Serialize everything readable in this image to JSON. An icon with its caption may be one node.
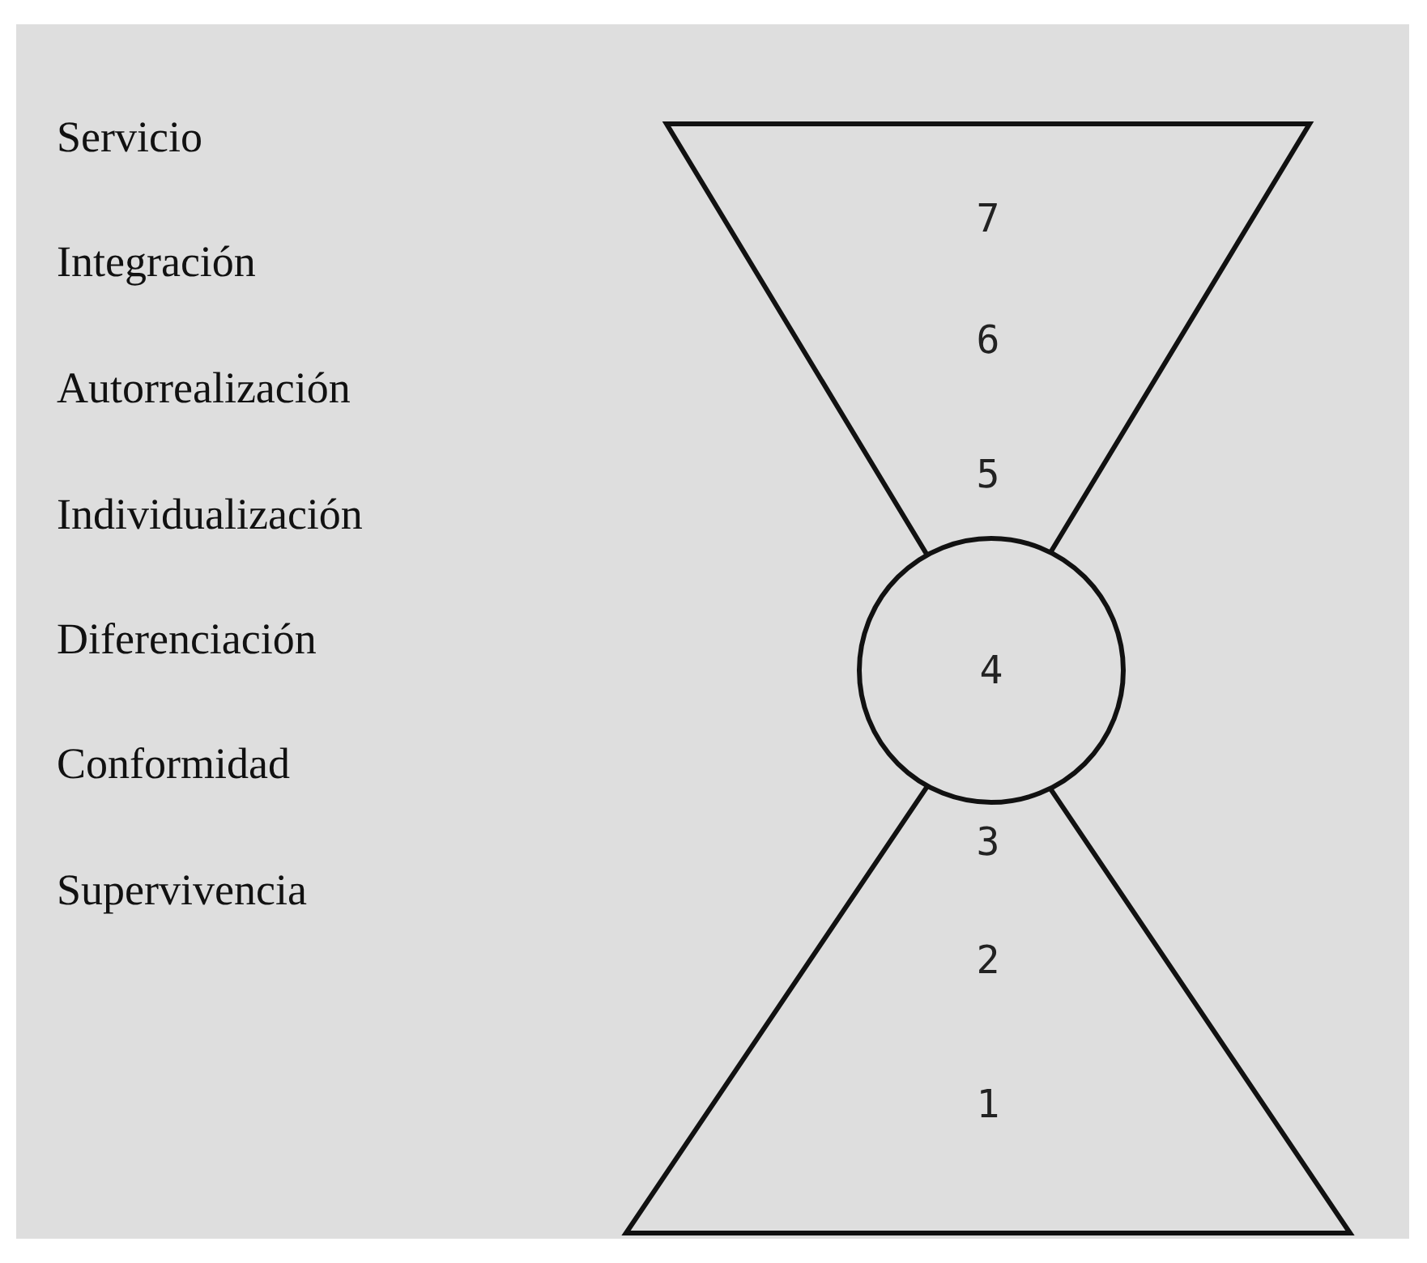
{
  "diagram": {
    "nodes": [
      {
        "text": [
          "7",
          "6",
          "5"
        ]
      },
      {
        "text": [
          "4"
        ]
      },
      {
        "text": [
          "3",
          "2",
          "1"
        ]
      }
    ],
    "labels": [
      "Servicio",
      "Integración",
      "Autorrealización",
      "Individualización",
      "Diferenciación",
      "Conformidad",
      "Supervivencia"
    ]
  }
}
